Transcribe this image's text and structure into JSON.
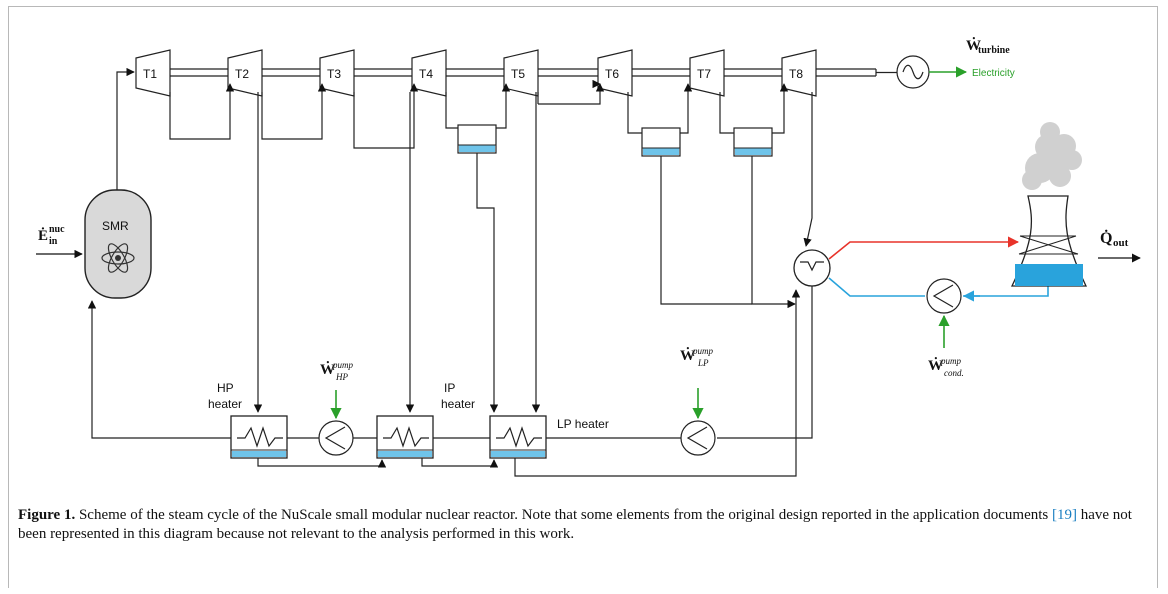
{
  "diagram": {
    "turbines": [
      "T1",
      "T2",
      "T3",
      "T4",
      "T5",
      "T6",
      "T7",
      "T8"
    ],
    "reactor_label": "SMR",
    "energy_in": {
      "main": "Ė",
      "sup": "nuc",
      "sub": "in"
    },
    "w_turbine": {
      "main": "Ẇ",
      "sub": "turbine"
    },
    "electricity_label": "Electricity",
    "q_out": {
      "main": "Q̇",
      "sub": "out"
    },
    "hp_heater_label": [
      "HP",
      "heater"
    ],
    "ip_heater_label": [
      "IP",
      "heater"
    ],
    "lp_heater_label": "LP heater",
    "w_pump_hp": {
      "main": "Ẇ",
      "sup": "pump",
      "sub": "HP"
    },
    "w_pump_lp": {
      "main": "Ẇ",
      "sup": "pump",
      "sub": "LP"
    },
    "w_pump_cond": {
      "main": "Ẇ",
      "sup": "pump",
      "sub": "cond."
    },
    "colors": {
      "hot": "#e8332a",
      "cold": "#29a3dc",
      "power": "#2aa02a",
      "water": "#6fc4ea",
      "reactor": "#d9d9d9"
    }
  },
  "caption": {
    "label": "Figure 1.",
    "text_before_ref": " Scheme of the steam cycle of the NuScale small modular nuclear reactor. Note that some elements from the original design reported in the application documents ",
    "ref": "[19]",
    "text_after_ref": " have not been represented in this diagram because not relevant to the analysis performed in this work."
  }
}
